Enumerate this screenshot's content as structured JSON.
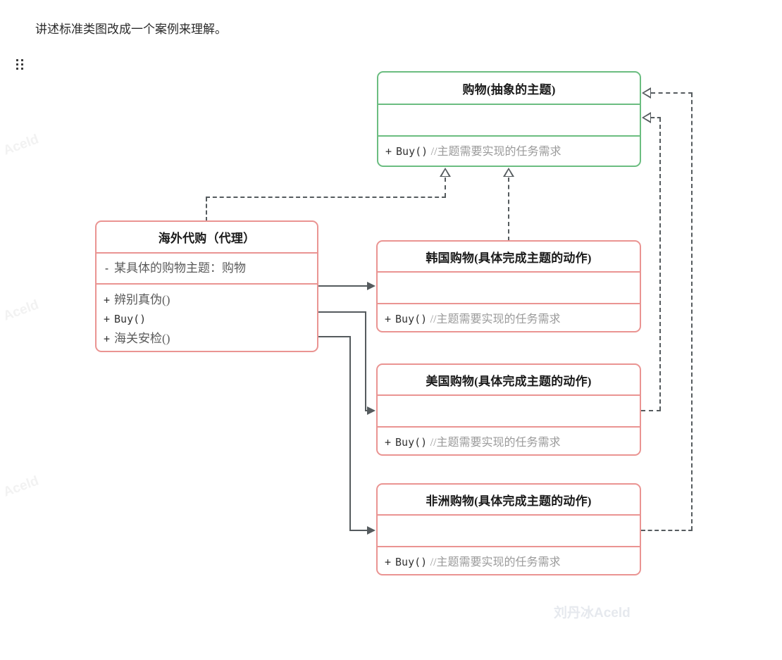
{
  "page": {
    "intro_text": "讲述标准类图改成一个案例来理解。",
    "drag_handle_icon": "drag-handle-icon",
    "watermark_main": "刘丹冰Aceld",
    "watermark_side": "Aceld"
  },
  "colors": {
    "abstract_border": "#6bbd80",
    "concrete_border": "#ea9492",
    "connector": "#555b5e",
    "title_text": "#1b1b1b",
    "comment_text": "#9a9a9a",
    "watermark": "#e6e9ee"
  },
  "diagram": {
    "type": "uml-class-diagram",
    "classes": [
      {
        "id": "subject",
        "name": "购物(抽象的主题)",
        "stereotype": "abstract",
        "color": "green",
        "attributes": [],
        "methods": [
          {
            "visibility": "+",
            "signature": "Buy()",
            "comment": "//主题需要实现的任务需求"
          }
        ]
      },
      {
        "id": "proxy",
        "name": "海外代购（代理）",
        "stereotype": "proxy",
        "color": "pink",
        "attributes": [
          {
            "visibility": "-",
            "text": "某具体的购物主题：购物"
          }
        ],
        "methods": [
          {
            "visibility": "+",
            "signature": "辨别真伪()",
            "comment": ""
          },
          {
            "visibility": "+",
            "signature": "Buy()",
            "comment": ""
          },
          {
            "visibility": "+",
            "signature": "海关安检()",
            "comment": ""
          }
        ]
      },
      {
        "id": "korea",
        "name": "韩国购物(具体完成主题的动作)",
        "stereotype": "concrete",
        "color": "pink",
        "attributes": [],
        "methods": [
          {
            "visibility": "+",
            "signature": "Buy()",
            "comment": "//主题需要实现的任务需求"
          }
        ]
      },
      {
        "id": "usa",
        "name": "美国购物(具体完成主题的动作)",
        "stereotype": "concrete",
        "color": "pink",
        "attributes": [],
        "methods": [
          {
            "visibility": "+",
            "signature": "Buy()",
            "comment": "//主题需要实现的任务需求"
          }
        ]
      },
      {
        "id": "africa",
        "name": "非洲购物(具体完成主题的动作)",
        "stereotype": "concrete",
        "color": "pink",
        "attributes": [],
        "methods": [
          {
            "visibility": "+",
            "signature": "Buy()",
            "comment": "//主题需要实现的任务需求"
          }
        ]
      }
    ],
    "relations": [
      {
        "from": "proxy",
        "to": "subject",
        "kind": "realization",
        "style": "dashed",
        "head": "hollow-triangle"
      },
      {
        "from": "korea",
        "to": "subject",
        "kind": "realization",
        "style": "dashed",
        "head": "hollow-triangle"
      },
      {
        "from": "usa",
        "to": "subject",
        "kind": "realization",
        "style": "dashed",
        "head": "hollow-triangle"
      },
      {
        "from": "africa",
        "to": "subject",
        "kind": "realization",
        "style": "dashed",
        "head": "hollow-triangle"
      },
      {
        "from": "proxy",
        "to": "korea",
        "kind": "association",
        "style": "solid",
        "head": "filled-arrow"
      },
      {
        "from": "proxy",
        "to": "usa",
        "kind": "association",
        "style": "solid",
        "head": "filled-arrow"
      },
      {
        "from": "proxy",
        "to": "africa",
        "kind": "association",
        "style": "solid",
        "head": "filled-arrow"
      }
    ]
  }
}
